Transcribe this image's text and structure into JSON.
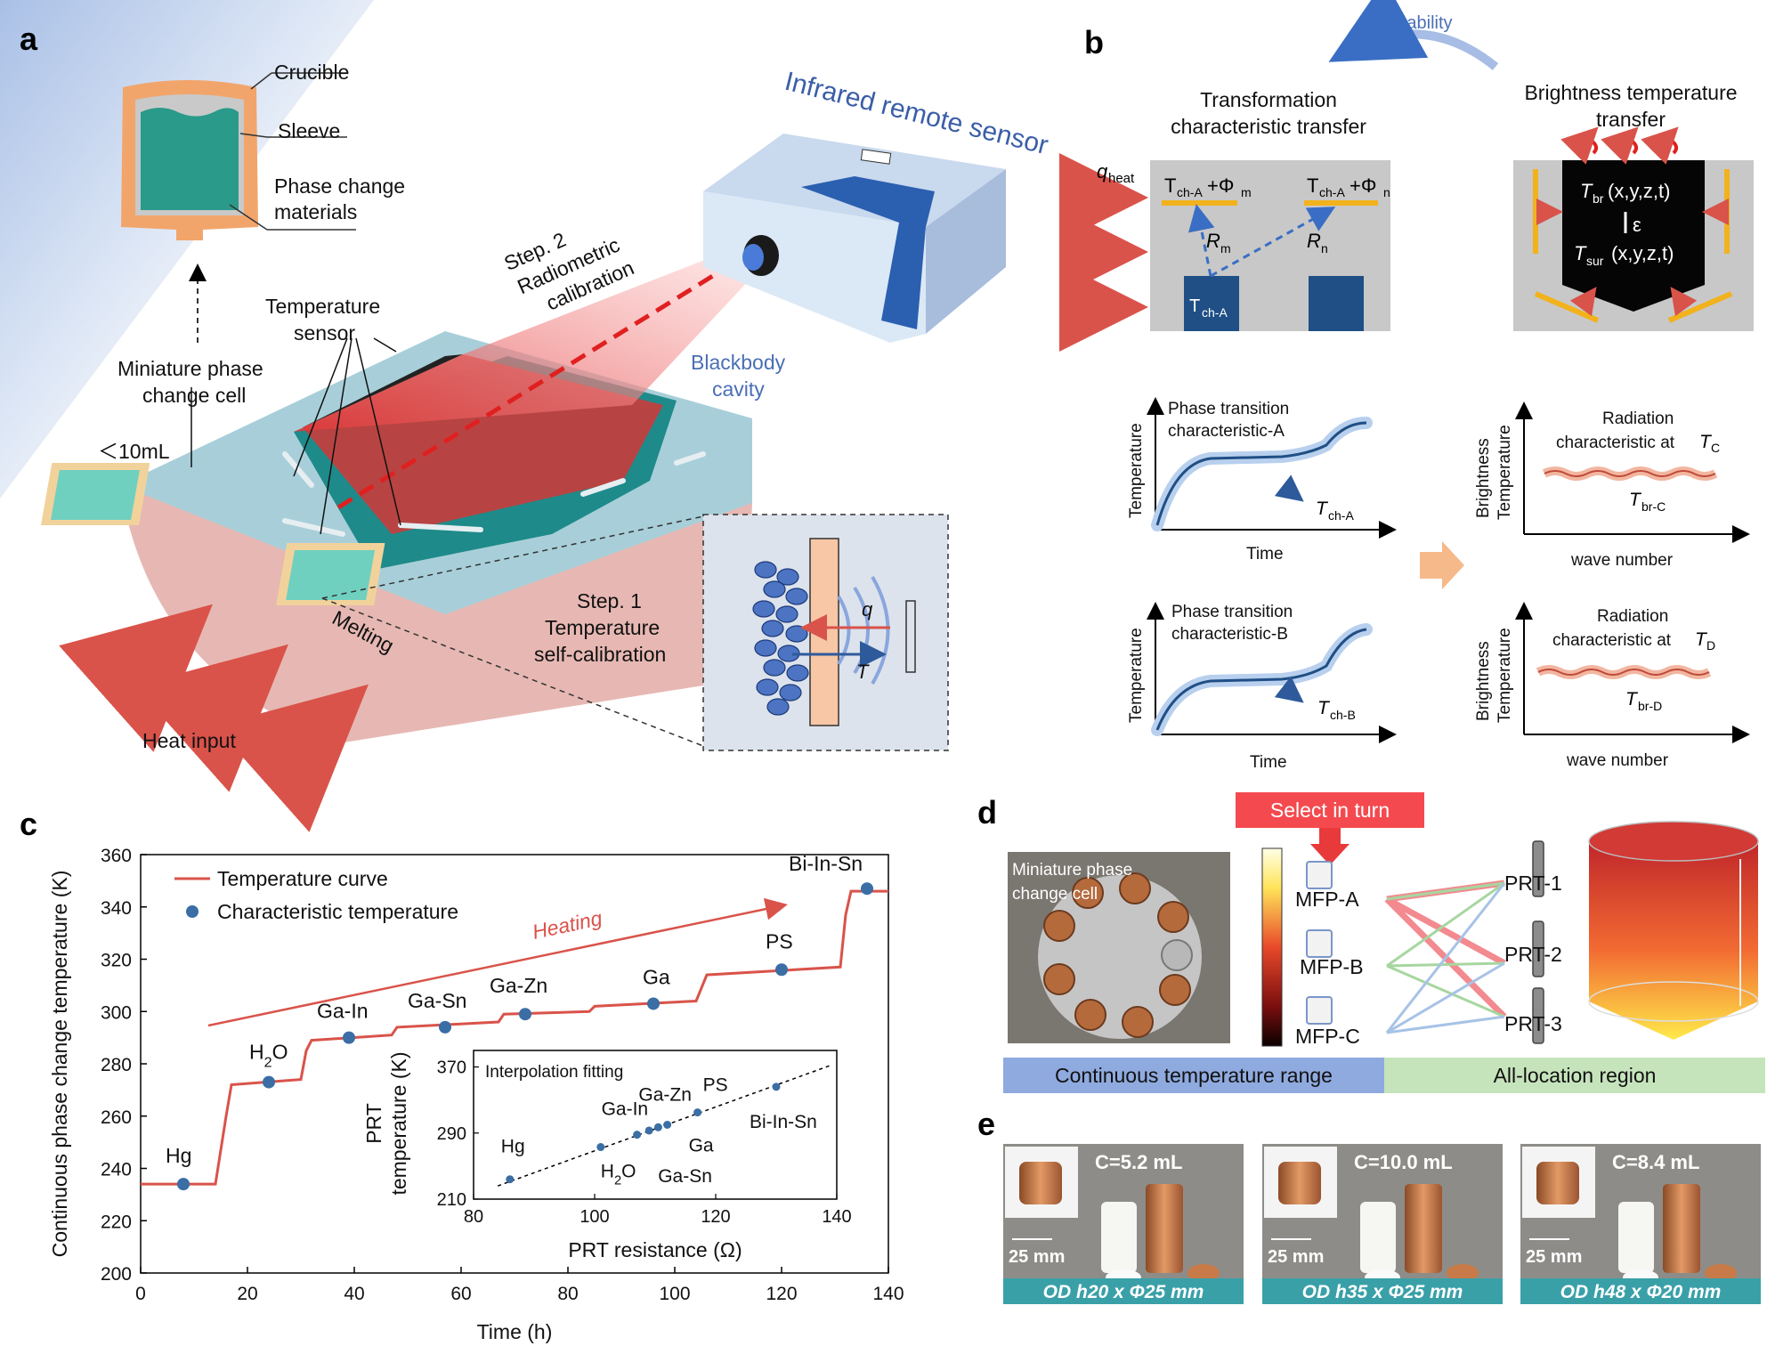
{
  "panel_labels": {
    "a": "a",
    "b": "b",
    "c": "c",
    "d": "d",
    "e": "e"
  },
  "panel_a": {
    "crucible": "Crucible",
    "sleeve": "Sleeve",
    "pcm_1": "Phase change",
    "pcm_2": "materials",
    "mini_cell_1": "Miniature phase",
    "mini_cell_2": "change cell",
    "volume": "＜10mL",
    "temp_sensor_1": "Temperature",
    "temp_sensor_2": "sensor",
    "step2_1": "Step. 2",
    "step2_2": "Radiometric",
    "step2_3": "calibration",
    "ir_sensor": "Infrared remote sensor",
    "blackbody_1": "Blackbody",
    "blackbody_2": "cavity",
    "melting": "Melting",
    "heat_input": "Heat input",
    "step1_1": "Step. 1",
    "step1_2": "Temperature",
    "step1_3": "self-calibration",
    "q": "q",
    "T": "T"
  },
  "panel_b": {
    "traceability": "Traceability",
    "tct_1": "Transformation",
    "tct_2": "characteristic transfer",
    "btt_1": "Brightness temperature",
    "btt_2": "transfer",
    "q_heat": "q",
    "q_heat_sub": "heat",
    "tcha_phim": "T",
    "sub_cha": "ch-A",
    "phim": "+Φ",
    "m": "m",
    "n": "n",
    "R": "R",
    "tbr": "T",
    "tbr_sub": "br",
    "xyzt": "(x,y,z,t)",
    "eps": "ε",
    "tsur_sub": "sur",
    "chart_A_title_1": "Phase transition",
    "chart_A_title_2": "characteristic-A",
    "chart_B_title_1": "Phase transition",
    "chart_B_title_2": "characteristic-B",
    "temperature": "Temperature",
    "time": "Time",
    "sub_chb": "ch-B",
    "rad_C_1": "Radiation",
    "rad_C_2": "characteristic at",
    "rad_D_1": "Radiation",
    "rad_D_2": "characteristic at",
    "C": "C",
    "D": "D",
    "brC": "br-C",
    "brD": "br-D",
    "brightness": "Brightness",
    "wave_number": "wave number"
  },
  "chart_data": {
    "type": "line",
    "xlabel": "Time (h)",
    "ylabel": "Continuous phase change temperature (K)",
    "xlim": [
      0,
      140
    ],
    "ylim": [
      200,
      360
    ],
    "xticks": [
      0,
      20,
      40,
      60,
      80,
      100,
      120,
      140
    ],
    "yticks": [
      200,
      220,
      240,
      260,
      280,
      300,
      320,
      340,
      360
    ],
    "legend": [
      "Temperature curve",
      "Characteristic temperature"
    ],
    "annotation": "Heating",
    "series": [
      {
        "name": "Temperature curve",
        "x": [
          0,
          14,
          16,
          17,
          30,
          31,
          32,
          47,
          48,
          67,
          68,
          84,
          85,
          104,
          105,
          106,
          131,
          132,
          133,
          140
        ],
        "y": [
          234,
          234,
          260,
          272,
          274,
          285,
          289,
          291,
          294,
          296,
          299,
          300,
          302,
          304,
          309,
          314,
          317,
          337,
          346,
          346
        ]
      },
      {
        "name": "Characteristic temperature",
        "points": [
          {
            "label": "Hg",
            "x": 8,
            "y": 234
          },
          {
            "label": "H2O",
            "x": 24,
            "y": 273
          },
          {
            "label": "Ga-In",
            "x": 39,
            "y": 290
          },
          {
            "label": "Ga-Sn",
            "x": 57,
            "y": 294
          },
          {
            "label": "Ga-Zn",
            "x": 72,
            "y": 299
          },
          {
            "label": "Ga",
            "x": 96,
            "y": 303
          },
          {
            "label": "PS",
            "x": 120,
            "y": 316
          },
          {
            "label": "Bi-In-Sn",
            "x": 136,
            "y": 347
          }
        ]
      }
    ],
    "inset": {
      "title": "Interpolation fitting",
      "xlabel": "PRT resistance (Ω)",
      "ylabel_1": "PRT",
      "ylabel_2": "temperature (K)",
      "xlim": [
        80,
        140
      ],
      "ylim": [
        210,
        390
      ],
      "xticks": [
        80,
        100,
        120,
        140
      ],
      "yticks": [
        210,
        290,
        370
      ],
      "points": [
        {
          "label": "Hg",
          "x": 86,
          "y": 234
        },
        {
          "label": "H2O",
          "x": 101,
          "y": 273
        },
        {
          "label": "Ga-In",
          "x": 107,
          "y": 288
        },
        {
          "label": "Ga-Sn",
          "x": 109,
          "y": 293
        },
        {
          "label": "Ga-Zn",
          "x": 110.5,
          "y": 297
        },
        {
          "label": "Ga",
          "x": 112,
          "y": 300
        },
        {
          "label": "PS",
          "x": 117,
          "y": 315
        },
        {
          "label": "Bi-In-Sn",
          "x": 130,
          "y": 346
        }
      ]
    }
  },
  "panel_d": {
    "select": "Select in turn",
    "mini_1": "Miniature phase",
    "mini_2": "change cell",
    "mfp": [
      "MFP-A",
      "MFP-B",
      "MFP-C"
    ],
    "prt": [
      "PRT-1",
      "PRT-2",
      "PRT-3"
    ],
    "continuous": "Continuous temperature range",
    "alllocation": "All-location region"
  },
  "panel_e": {
    "cells": [
      {
        "cap": "C=5.2 mL",
        "scale": "25 mm",
        "od": "OD h20 x Φ25 mm"
      },
      {
        "cap": "C=10.0 mL",
        "scale": "25 mm",
        "od": "OD h35 x Φ25 mm"
      },
      {
        "cap": "C=8.4 mL",
        "scale": "25 mm",
        "od": "OD h48 x Φ20 mm"
      }
    ]
  },
  "colors": {
    "curve": "#d9534a",
    "point": "#3a6ea5",
    "teal": "#1f8a8a",
    "orange": "#f2a56b"
  }
}
